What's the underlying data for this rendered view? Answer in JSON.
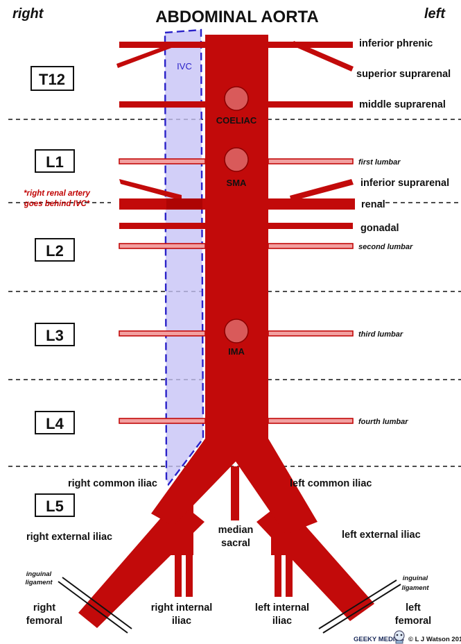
{
  "title": "ABDOMINAL AORTA",
  "sides": {
    "right": "right",
    "left": "left"
  },
  "vertebrae": [
    "T12",
    "L1",
    "L2",
    "L3",
    "L4",
    "L5"
  ],
  "ivc_label": "IVC",
  "ventral_branches": {
    "coeliac": "COELIAC",
    "sma": "SMA",
    "ima": "IMA"
  },
  "left_branches": {
    "inferior_phrenic": "inferior phrenic",
    "superior_suprarenal": "superior suprarenal",
    "middle_suprarenal": "middle suprarenal",
    "first_lumbar": "first lumbar",
    "inferior_suprarenal": "inferior suprarenal",
    "renal": "renal",
    "gonadal": "gonadal",
    "second_lumbar": "second lumbar",
    "third_lumbar": "third lumbar",
    "fourth_lumbar": "fourth lumbar"
  },
  "renal_note": {
    "line1": "*right renal artery",
    "line2": "goes behind IVC*"
  },
  "terminal": {
    "right_common_iliac": "right common iliac",
    "left_common_iliac": "left common iliac",
    "right_external_iliac": "right external iliac",
    "left_external_iliac": "left external iliac",
    "median_sacral": {
      "line1": "median",
      "line2": "sacral"
    },
    "right_internal_iliac": {
      "line1": "right internal",
      "line2": "iliac"
    },
    "left_internal_iliac": {
      "line1": "left internal",
      "line2": "iliac"
    },
    "right_femoral": {
      "line1": "right",
      "line2": "femoral"
    },
    "left_femoral": {
      "line1": "left",
      "line2": "femoral"
    },
    "inguinal_ligament": {
      "line1": "inguinal",
      "line2": "ligament"
    }
  },
  "credits": {
    "brand": "GEEKY MEDICS",
    "copyright": "© L J Watson 201"
  },
  "colors": {
    "artery": "#c20a0a",
    "artery_dark": "#9e0000",
    "ivc_fill": "#c5c2f6",
    "ivc_stroke": "#2a22c8",
    "note": "#c00000",
    "lumbar_fill": "#f2a0a0"
  }
}
